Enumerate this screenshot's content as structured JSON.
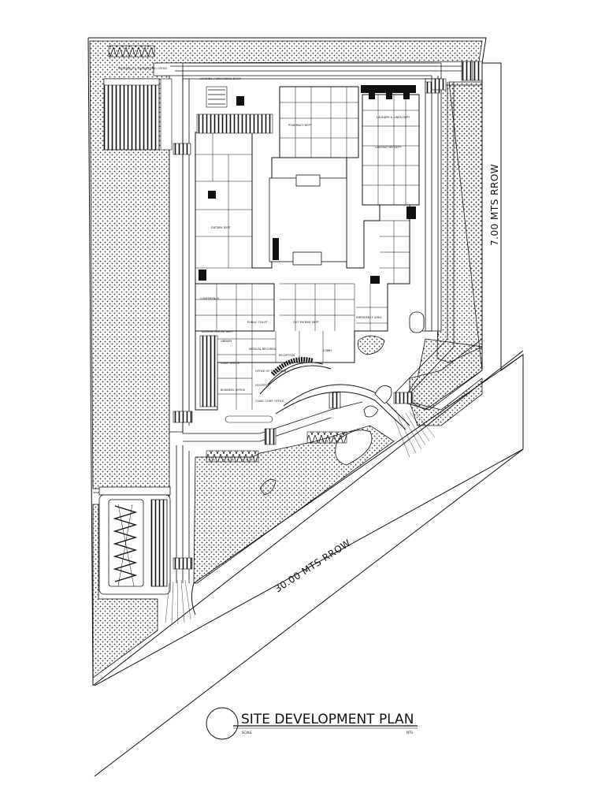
{
  "title": {
    "main": "SITE DEVELOPMENT PLAN",
    "scale_label": "SCALE",
    "scale_value": "NTS"
  },
  "roads": {
    "main": "30.00 MTS RROW",
    "side": "7.00 MTS RROW"
  },
  "areas": {
    "materials": "MATERIALS & ENGINEERING OFFICE",
    "loading": "LOADING / UNLOADING DOCK",
    "pharmacy": "PHARMACY DEPT",
    "laundry": "LAUNDRY & LINEN DEPT",
    "laboratory": "LABORATORY DEPT",
    "dietary": "DIETARY DEPT",
    "conference": "CONFERENCE",
    "administrative": "ADMINISTRATIVE DEPT",
    "public_toilet": "PUBLIC TOILET",
    "medical_records": "MEDICAL RECORDS",
    "outpatient": "OUT PATIENT DEPT",
    "emergency": "EMERGENCY AREA",
    "lobby": "LOBBY",
    "reception": "RECEPTION",
    "library": "LIBRARY",
    "chief_office": "CHIEF OFFICE",
    "business_office": "BUSINESS OFFICE",
    "clinic_office": "CLINIC CHIEF OFFICE",
    "office_admin": "OFFICE OF THE ADMIN",
    "hospital": "HOSPITAL"
  },
  "colors": {
    "line": "#111111",
    "hatch_dot": "#333333",
    "background": "#ffffff"
  }
}
